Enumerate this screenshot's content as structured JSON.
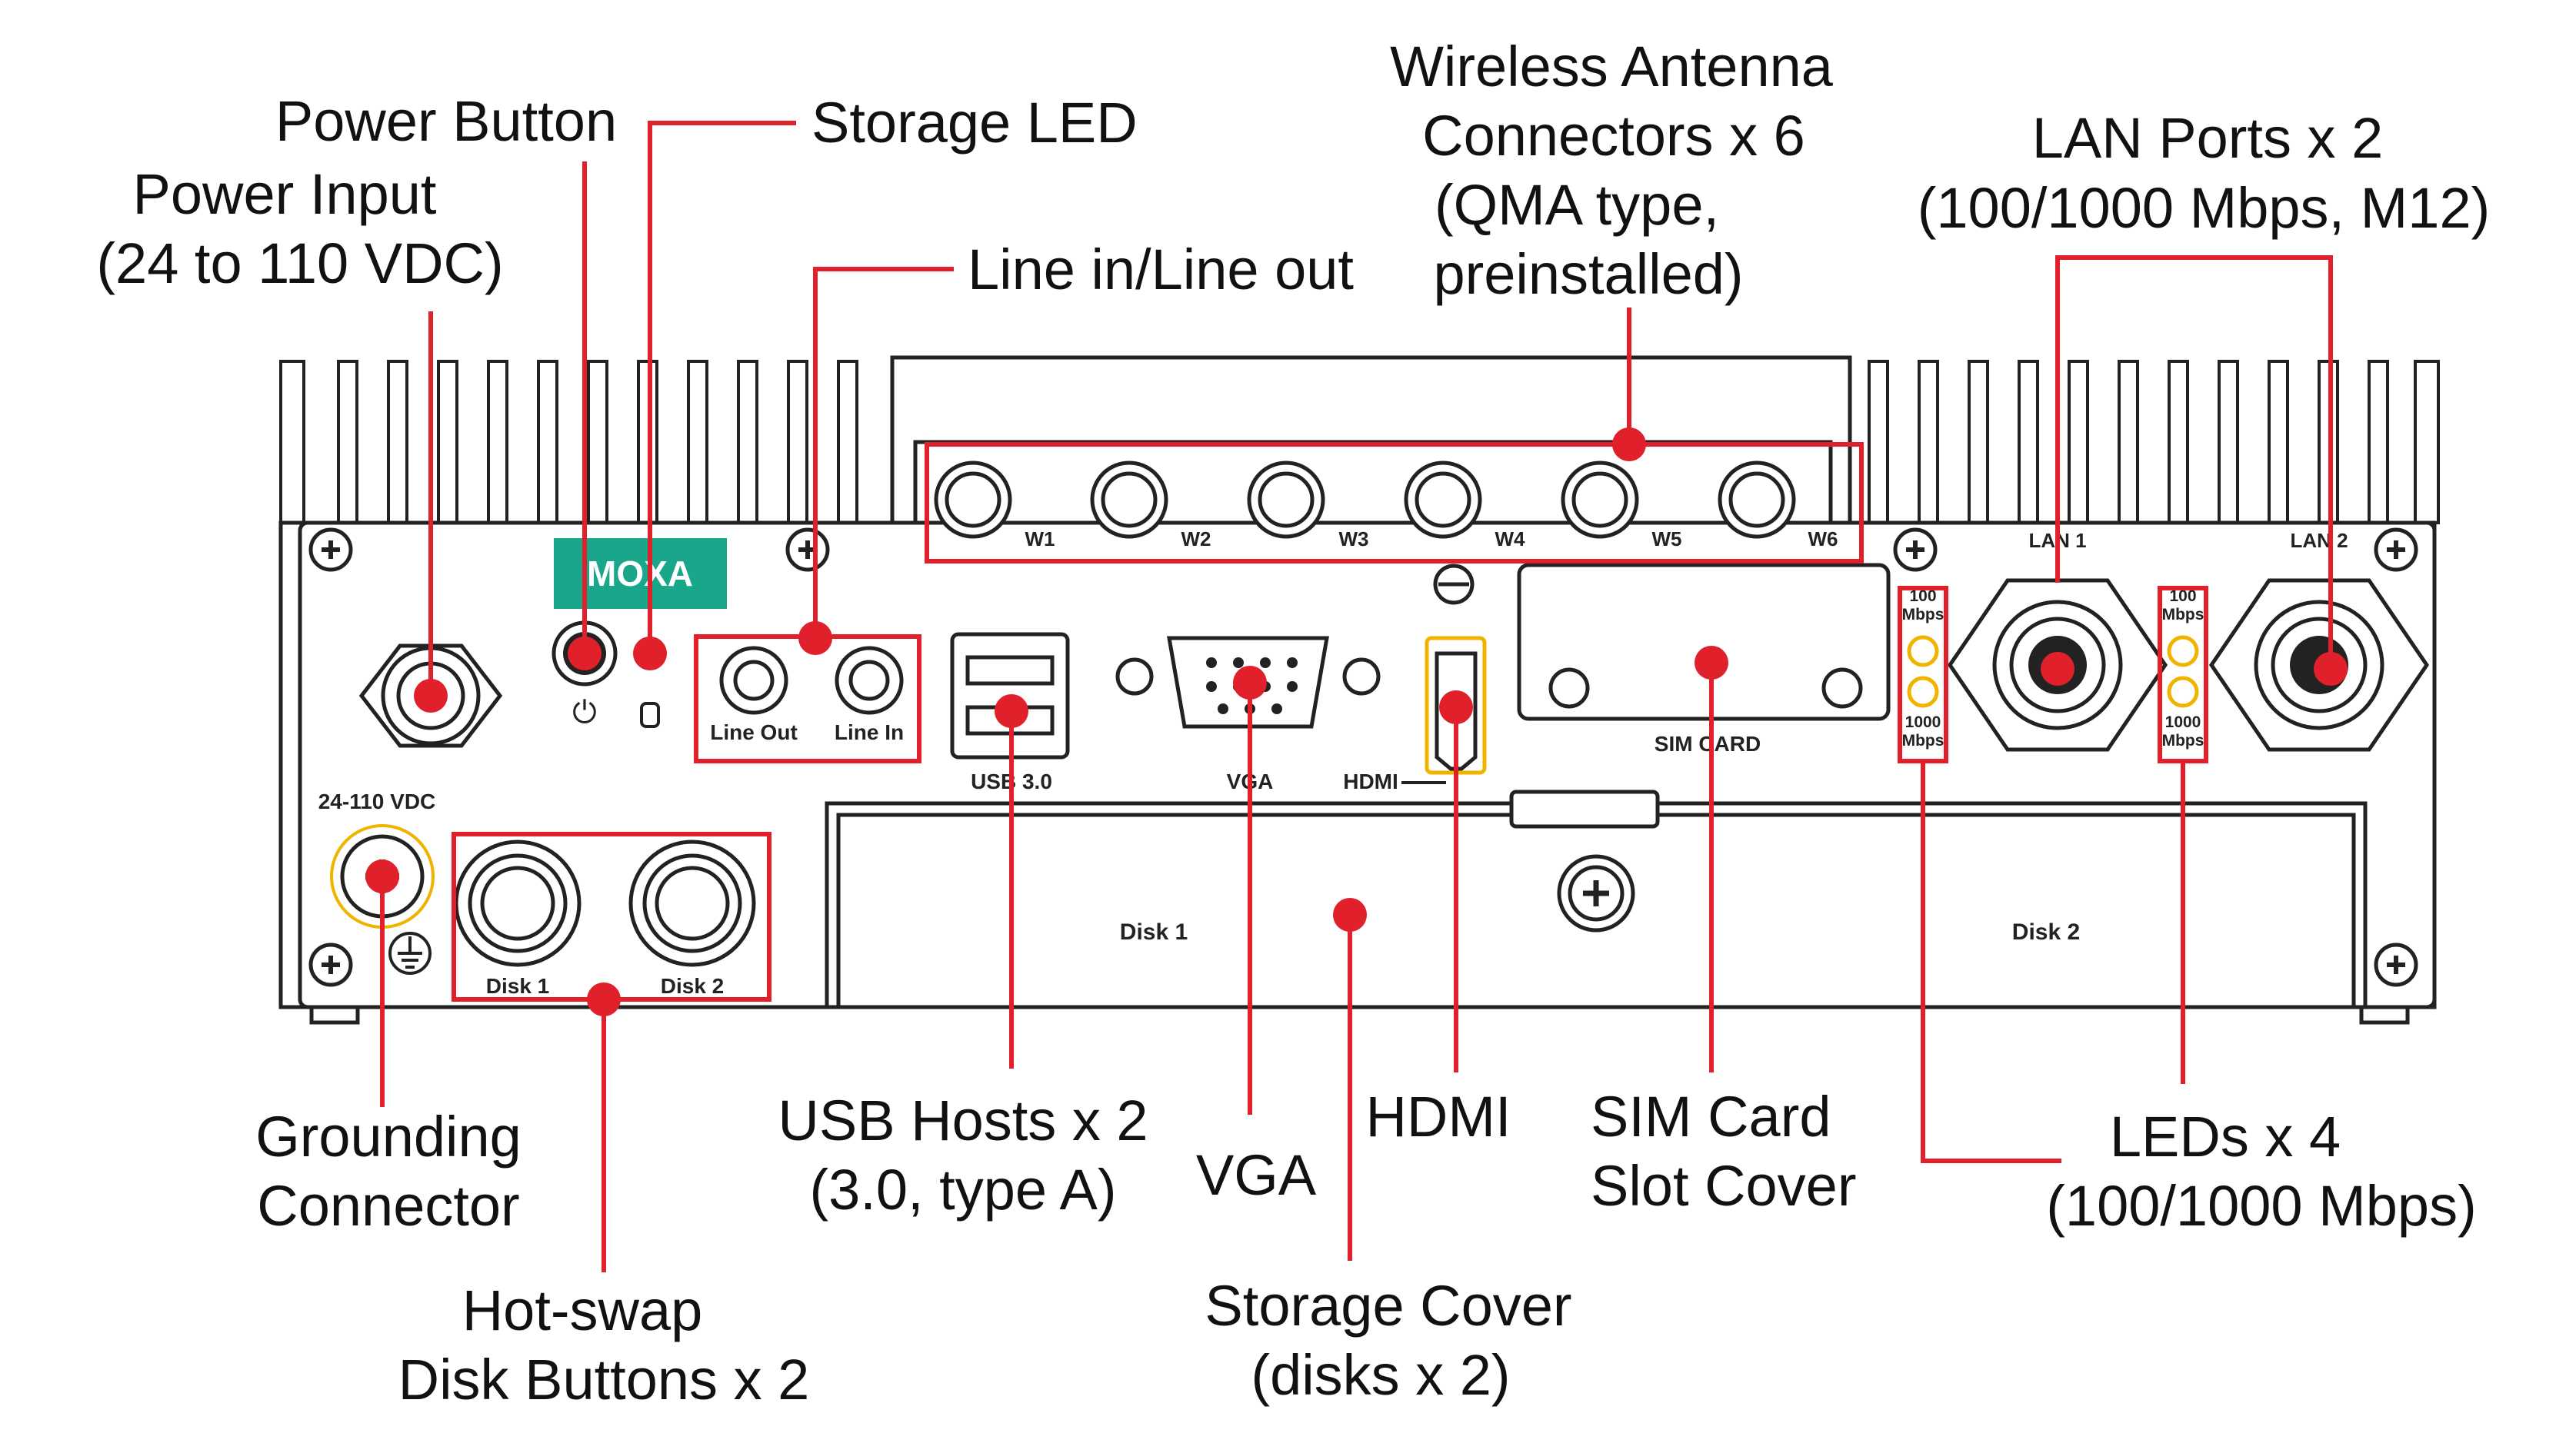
{
  "callouts": {
    "power_button": "Power Button",
    "storage_led": "Storage LED",
    "power_input_1": "Power Input",
    "power_input_2": "(24 to 110 VDC)",
    "line_in_out": "Line in/Line out",
    "wireless_1": "Wireless Antenna",
    "wireless_2": "Connectors x 6",
    "wireless_3": "(QMA type,",
    "wireless_4": "preinstalled)",
    "lan_ports_1": "LAN Ports x 2",
    "lan_ports_2": "(100/1000 Mbps, M12)",
    "grounding_1": "Grounding",
    "grounding_2": "Connector",
    "usb_1": "USB Hosts x 2",
    "usb_2": "(3.0, type A)",
    "vga": "VGA",
    "hdmi": "HDMI",
    "sim_1": "SIM Card",
    "sim_2": "Slot Cover",
    "leds_1": "LEDs x 4",
    "leds_2": "(100/1000 Mbps)",
    "hotswap_1": "Hot-swap",
    "hotswap_2": "Disk Buttons x 2",
    "storage_cover_1": "Storage Cover",
    "storage_cover_2": "(disks x 2)"
  },
  "panel_labels": {
    "brand": "MOXA",
    "antennas": [
      "W1",
      "W2",
      "W3",
      "W4",
      "W5",
      "W6"
    ],
    "lan1": "LAN 1",
    "lan2": "LAN 2",
    "led_100": [
      "100",
      "Mbps"
    ],
    "led_1000": [
      "1000",
      "Mbps"
    ],
    "line_out": "Line Out",
    "line_in": "Line In",
    "usb": "USB 3.0",
    "vga": "VGA",
    "hdmi": "HDMI",
    "sim_card": "SIM CARD",
    "vdc": "24-110 VDC",
    "disk1_button": "Disk 1",
    "disk2_button": "Disk 2",
    "disk1_bay": "Disk 1",
    "disk2_bay": "Disk 2"
  },
  "colors": {
    "callout_red": "#e0202a",
    "brand_green": "#1aa68a",
    "outline": "#222222",
    "accent_yellow": "#f0b400"
  }
}
